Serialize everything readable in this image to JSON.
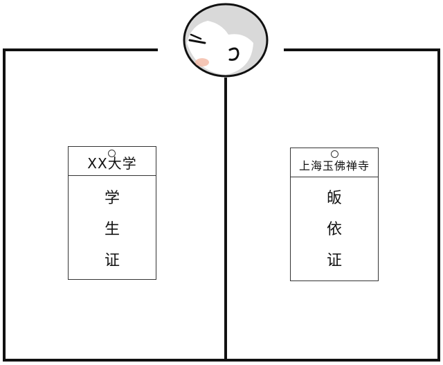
{
  "left_card": {
    "title": "XX大学",
    "lines": [
      "学",
      "生",
      "证"
    ]
  },
  "right_card": {
    "title": "上海玉佛禅寺",
    "lines": [
      "皈",
      "依",
      "证"
    ]
  },
  "colors": {
    "line": "#111111",
    "face": "#d9d9d9",
    "blush": "#f3b8a4"
  }
}
